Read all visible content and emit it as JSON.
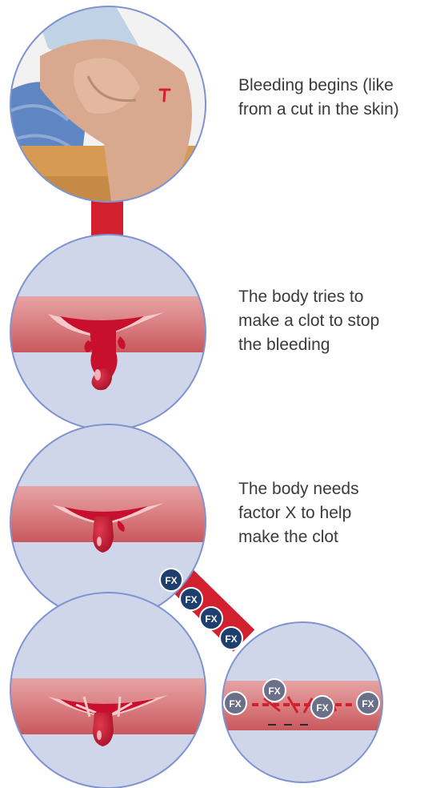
{
  "steps": [
    {
      "lines": [
        "Bleeding begins (like",
        "from a cut in the skin)"
      ]
    },
    {
      "lines": [
        "The body tries to",
        "make a clot to stop",
        "the bleeding"
      ]
    },
    {
      "lines": [
        "The body needs",
        "factor X to help",
        "make the clot"
      ]
    }
  ],
  "factor_label": "FX",
  "colors": {
    "connector": "#d3202f",
    "circle_fill": "#cfd6ea",
    "circle_border": "#7f93cf",
    "vessel": "#d9787b",
    "blood": "#c8102e",
    "fx_badge": "#1e3f6e",
    "fx_badge_faded": "#6a7088",
    "skin": "#d8a98e",
    "table": "#d79a52"
  },
  "icons": [
    "knee-cut-illustration",
    "blood-vessel-bleeding",
    "blood-drop",
    "factor-x-badge"
  ]
}
